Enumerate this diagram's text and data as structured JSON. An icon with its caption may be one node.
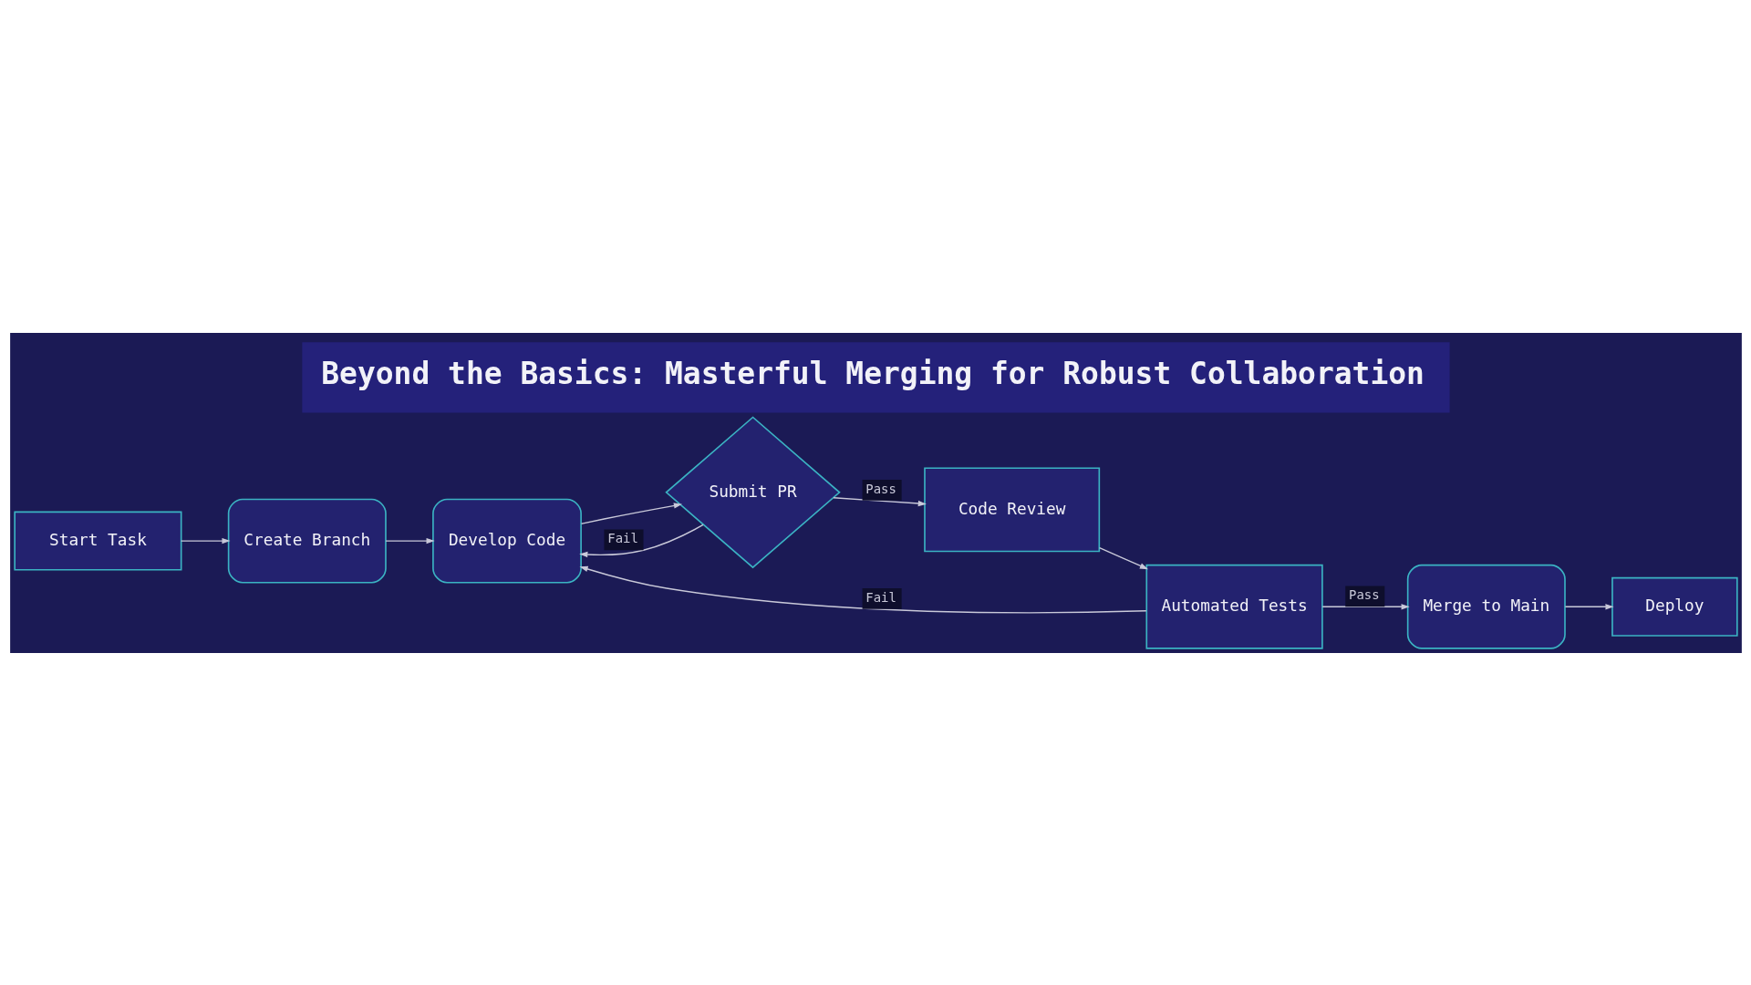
{
  "diagram": {
    "title": "Beyond the Basics: Masterful Merging for Robust Collaboration",
    "nodes": [
      {
        "text": [
          "Start Task"
        ]
      },
      {
        "text": [
          "Create Branch"
        ]
      },
      {
        "text": [
          "Develop Code"
        ]
      },
      {
        "text": [
          "Submit PR"
        ]
      },
      {
        "text": [
          "Code Review"
        ]
      },
      {
        "text": [
          "Automated Tests"
        ]
      },
      {
        "text": [
          "Merge to Main"
        ]
      },
      {
        "text": [
          "Deploy"
        ]
      }
    ],
    "edges": [
      {
        "from": 0,
        "to": 1,
        "arrow": "to"
      },
      {
        "from": 1,
        "to": 2,
        "arrow": "to"
      },
      {
        "from": 2,
        "to": 3,
        "arrow": "to"
      },
      {
        "from": 3,
        "to": 2,
        "arrow": "to",
        "label": "Fail"
      },
      {
        "from": 3,
        "to": 4,
        "arrow": "to",
        "label": "Pass"
      },
      {
        "from": 4,
        "to": 5,
        "arrow": "to"
      },
      {
        "from": 5,
        "to": 2,
        "arrow": "to",
        "label": "Fail"
      },
      {
        "from": 5,
        "to": 6,
        "arrow": "to",
        "label": "Pass"
      },
      {
        "from": 6,
        "to": 7,
        "arrow": "to"
      }
    ]
  }
}
